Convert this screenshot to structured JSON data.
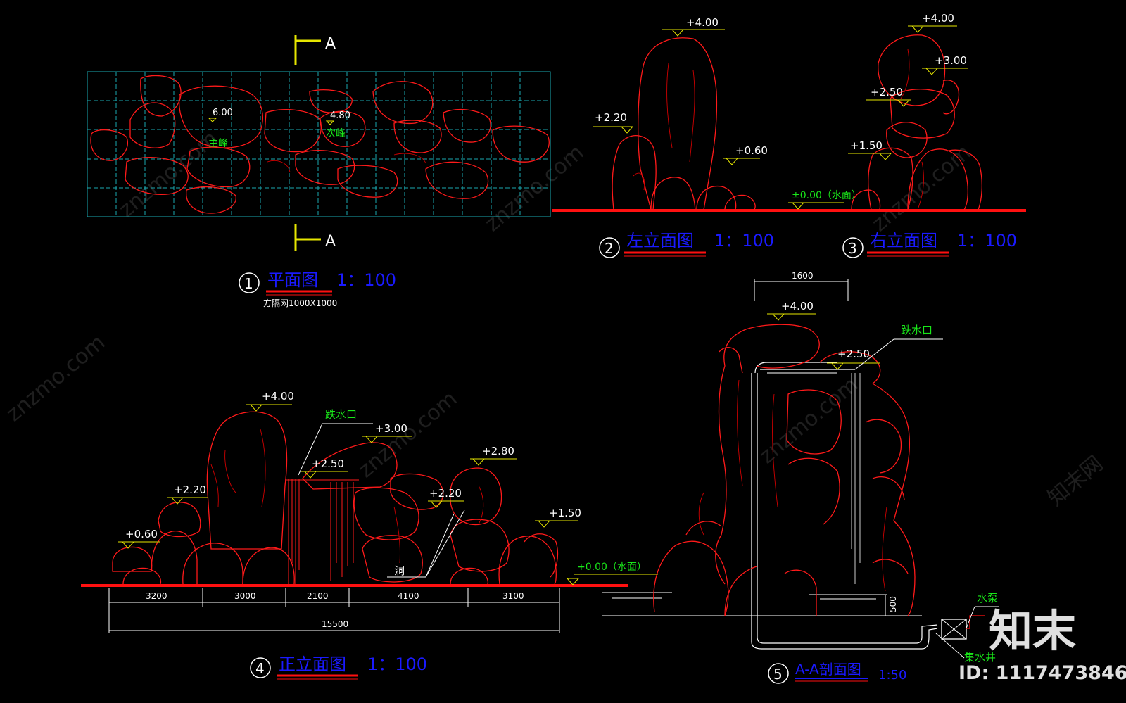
{
  "watermark": {
    "site": "znzmo.com",
    "brand": "知末网",
    "logo_text": "知末",
    "id_text": "ID: 1117473846"
  },
  "plan": {
    "section_mark": "A",
    "peak1": {
      "level": "6.00",
      "name": "主峰"
    },
    "peak2": {
      "level": "4.80",
      "name": "次峰"
    },
    "title_no": "1",
    "title": "平面图",
    "scale": "1：100",
    "note": "方隔网1000X1000"
  },
  "left_elev": {
    "levels": [
      "+4.00",
      "+2.20",
      "+0.60"
    ],
    "water": "±0.00（水面）",
    "title_no": "2",
    "title": "左立面图",
    "scale": "1：100"
  },
  "right_elev": {
    "levels": [
      "+4.00",
      "+3.00",
      "+2.50",
      "+1.50"
    ],
    "title_no": "3",
    "title": "右立面图",
    "scale": "1：100"
  },
  "front_elev": {
    "levels": [
      "+4.00",
      "+3.00",
      "+2.50",
      "+2.80",
      "+2.20",
      "+2.20",
      "+1.50",
      "+0.60"
    ],
    "waterfall": "跌水口",
    "cave": "洞",
    "water": "+0.00（水面）",
    "dims": [
      "3200",
      "3000",
      "2100",
      "4100",
      "3100"
    ],
    "total": "15500",
    "title_no": "4",
    "title": "正立面图",
    "scale": "1：100"
  },
  "section": {
    "width_dim": "1600",
    "levels": [
      "+4.00",
      "+2.50"
    ],
    "waterfall": "跌水口",
    "depth_dim": "500",
    "pump": "水泵",
    "well": "集水井",
    "title_no": "5",
    "title": "A-A剖面图",
    "scale": "1:50"
  },
  "colors": {
    "rock": "#ff1a1a",
    "grid": "#1aa8b0",
    "level": "#e6e600",
    "title": "#1a1aff",
    "label": "#19e619",
    "ground": "#ff1010"
  }
}
